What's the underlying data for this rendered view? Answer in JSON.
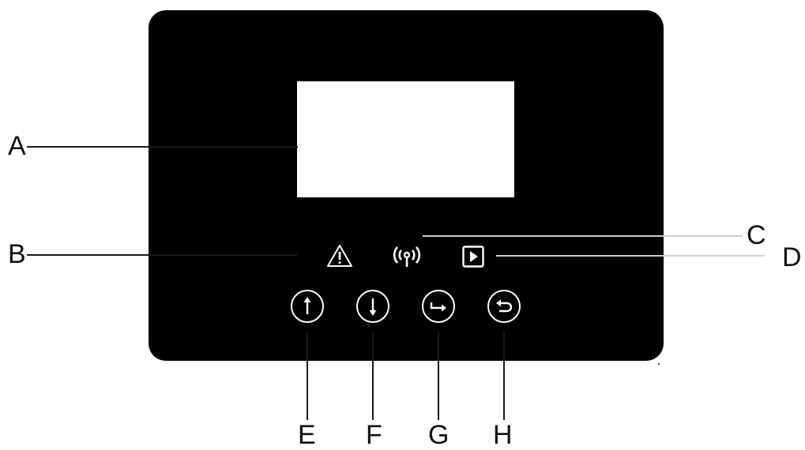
{
  "callouts": {
    "a": "A",
    "b": "B",
    "c": "C",
    "d": "D",
    "e": "E",
    "f": "F",
    "g": "G",
    "h": "H"
  },
  "indicators": {
    "alarm": "warning-triangle-icon",
    "communication": "wireless-signal-icon",
    "run": "play-icon"
  },
  "buttons": {
    "up": "arrow-up-icon",
    "down": "arrow-down-icon",
    "enter": "enter-arrow-icon",
    "back": "back-arrow-icon"
  },
  "colors": {
    "panel": "#000000",
    "screen": "#ffffff",
    "foreground": "#ffffff"
  }
}
